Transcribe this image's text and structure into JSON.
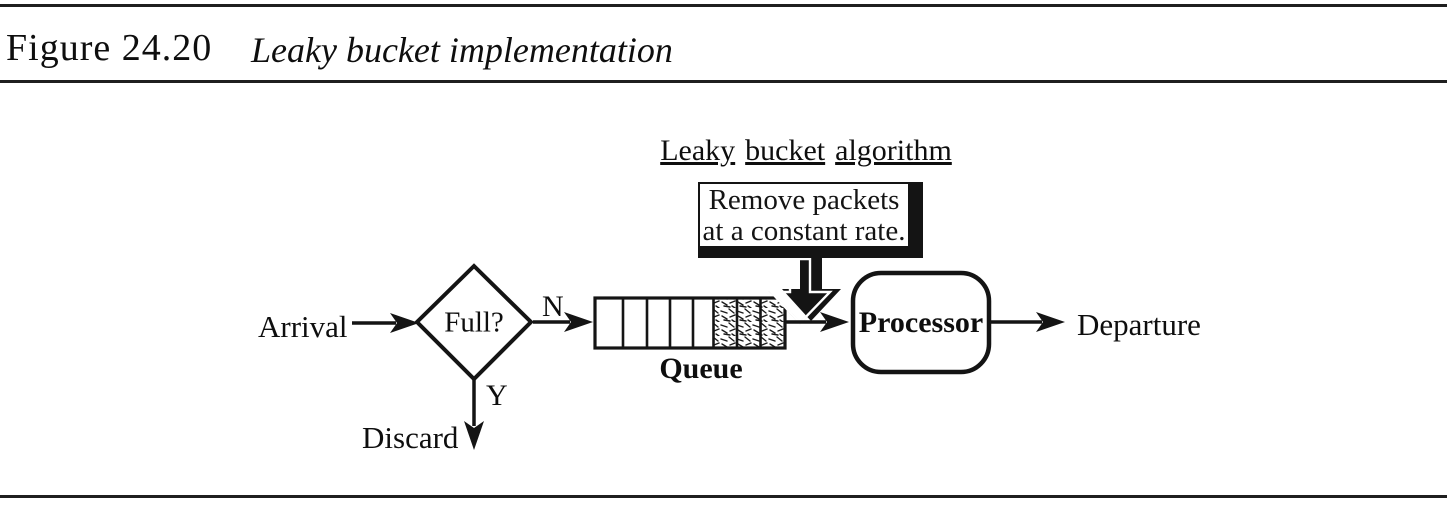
{
  "header": {
    "figure_label": "Figure 24.20",
    "figure_title": "Leaky bucket implementation"
  },
  "diagram": {
    "algorithm_words": [
      "Leaky",
      "bucket",
      "algorithm"
    ],
    "callout": {
      "line1": "Remove packets",
      "line2": "at a constant rate."
    },
    "labels": {
      "arrival": "Arrival",
      "decision": "Full?",
      "no": "N",
      "yes": "Y",
      "discard": "Discard",
      "queue": "Queue",
      "processor": "Processor",
      "departure": "Departure"
    },
    "queue": {
      "total_cells": 8,
      "empty_cells": 5,
      "filled_cells": 3
    },
    "colors": {
      "ink": "#141414",
      "paper": "#ffffff"
    }
  }
}
